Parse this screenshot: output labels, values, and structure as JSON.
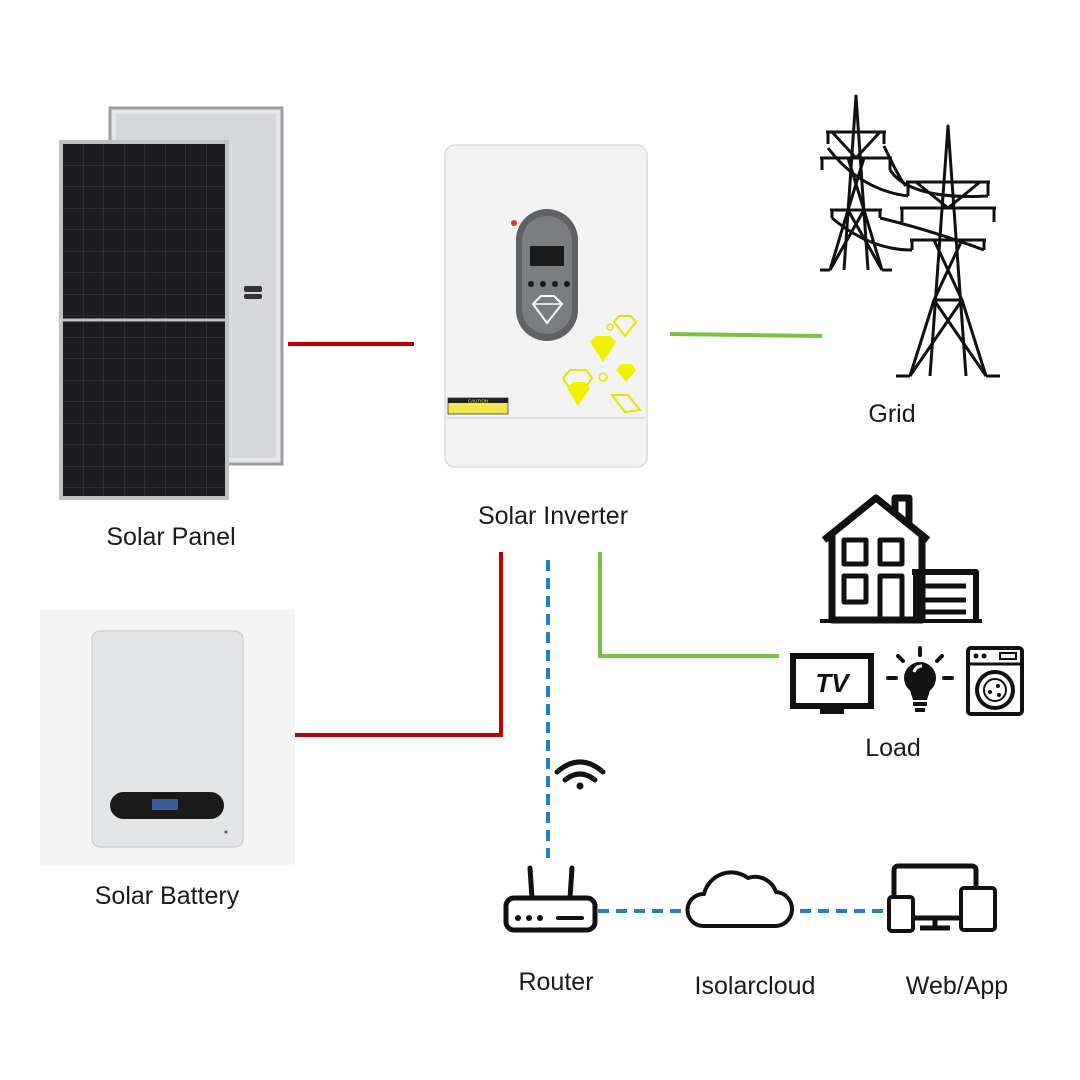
{
  "labels": {
    "solar_panel": "Solar Panel",
    "solar_inverter": "Solar Inverter",
    "grid": "Grid",
    "load": "Load",
    "solar_battery": "Solar Battery",
    "router": "Router",
    "cloud": "Isolarcloud",
    "web_app": "Web/App",
    "tv_text": "TV",
    "caution_text": "CAUTION"
  },
  "colors": {
    "dc_line": "#c00000",
    "ac_line": "#7cc242",
    "data_line": "#1f7fd6",
    "inverter_accent": "#f2f200",
    "icon_stroke": "#111111"
  },
  "icons": [
    "solar-panel-icon",
    "inverter-icon",
    "grid-tower-icon",
    "house-icon",
    "tv-icon",
    "light-bulb-icon",
    "washing-machine-icon",
    "battery-icon",
    "wifi-icon",
    "router-icon",
    "cloud-icon",
    "devices-icon"
  ]
}
